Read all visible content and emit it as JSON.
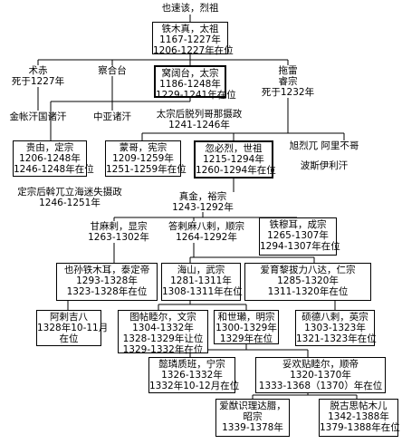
{
  "top": "也速该，烈祖",
  "temujin": {
    "name": "铁木真，太祖",
    "life": "1167-1227年",
    "reign": "1206-1227年在位"
  },
  "jochi": {
    "name": "术赤",
    "death": "死于1227年"
  },
  "golden_horde": "金帐汗国诸汗",
  "chagatai": "察合台",
  "central_asia": "中亚诸汗",
  "ogedei": {
    "name": "窝阔台，太宗",
    "life": "1186-1248年",
    "reign": "1229-1241年在位"
  },
  "tolui": {
    "name": "拖雷",
    "title": "睿宗",
    "death": "死于1232年"
  },
  "regent1": {
    "line1": "太宗后脱列哥那摄政",
    "line2": "1241-1246年"
  },
  "guyuk": {
    "name": "贵由，定宗",
    "life": "1206-1248年",
    "reign": "1246-1248年在位"
  },
  "mongke": {
    "name": "蒙哥，宪宗",
    "life": "1209-1259年",
    "reign": "1251-1259年在位"
  },
  "kublai": {
    "name": "忽必烈，世祖",
    "life": "1215-1294年",
    "reign": "1260-1294年在位"
  },
  "hulagu": {
    "line1": "旭烈兀  阿里不哥",
    "line2": "波斯伊利汗"
  },
  "regent2": {
    "line1": "定宗后斡兀立海迷失摄政",
    "line2": "1246-1251年"
  },
  "zhenjin": {
    "name": "真金，裕宗",
    "life": "1243-1292年"
  },
  "gammala": {
    "name": "甘麻剌，显宗",
    "life": "1263-1302年"
  },
  "darmabala": {
    "name": "答剌麻八剌，顺宗",
    "life": "1264-1292年"
  },
  "temur": {
    "name": "铁穆耳，成宗",
    "life": "1265-1307年",
    "reign": "1294-1307年在位"
  },
  "yesun": {
    "name": "也孙铁木耳，泰定帝",
    "life": "1293-1328年",
    "reign": "1323-1328年在位"
  },
  "kulug": {
    "name": "海山，武宗",
    "life": "1281-1311年",
    "reign": "1308-1311年在位"
  },
  "buyantu": {
    "name": "爱育黎拔力八达，仁宗",
    "life": "1285-1320年",
    "reign": "1311-1320年在位"
  },
  "ragibagh": {
    "name": "阿剌吉八",
    "reign": "1328年10-11月",
    "suffix": "在位"
  },
  "tugh": {
    "name": "图帖睦尔，文宗",
    "life": "1304-1332年",
    "reign1": "1328-1329年让位",
    "reign2": "1329-1332年在位"
  },
  "khutughtu": {
    "name": "和世瓎，明宗",
    "life": "1300-1329年",
    "reign": "1329年在位"
  },
  "shidebala": {
    "name": "硕德八剌，英宗",
    "life": "1303-1323年",
    "reign": "1321-1323年在位"
  },
  "rinchinbal": {
    "name": "懿璘质班，宁宗",
    "life": "1326-1332年",
    "reign": "1332年10-12月在位"
  },
  "toghon": {
    "name": "妥欢贴睦尔，顺帝",
    "life": "1320-1370年",
    "reign": "1333-1368（1370）年在位"
  },
  "ayushiridara": {
    "name": "爱猷识理达腊，",
    "title": "昭宗",
    "life": "1339-1378年"
  },
  "toghus": {
    "name": "脱古思帖木儿",
    "life": "1342-1388年",
    "reign": "1379-1388年在位"
  }
}
